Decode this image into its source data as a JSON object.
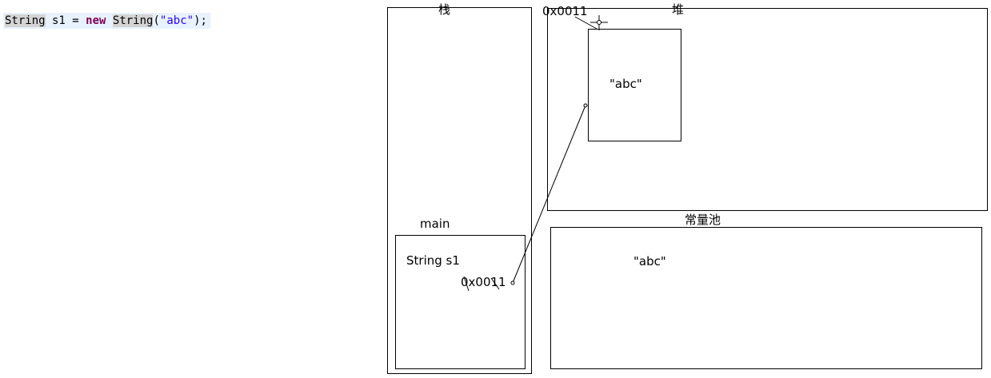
{
  "code": {
    "tokens": [
      {
        "text": "String",
        "kind": "type"
      },
      {
        "text": " s1 = ",
        "kind": "plain"
      },
      {
        "text": "new",
        "kind": "keyword"
      },
      {
        "text": " ",
        "kind": "plain"
      },
      {
        "text": "String",
        "kind": "type"
      },
      {
        "text": "(",
        "kind": "plain"
      },
      {
        "text": "\"abc\"",
        "kind": "string"
      },
      {
        "text": ");",
        "kind": "plain"
      }
    ]
  },
  "diagram": {
    "stack": {
      "title": "栈",
      "frame_label": "main",
      "variable": "String s1",
      "reference": "0x0011"
    },
    "heap": {
      "title": "堆",
      "address": "0x0011",
      "object_value": "\"abc\""
    },
    "constant_pool": {
      "title": "常量池",
      "value": "\"abc\""
    }
  },
  "colors": {
    "code_background": "#e8f2fe",
    "type_highlight": "#d4d4d4",
    "keyword": "#7f0055",
    "string": "#2a00ff",
    "line": "#000000"
  }
}
